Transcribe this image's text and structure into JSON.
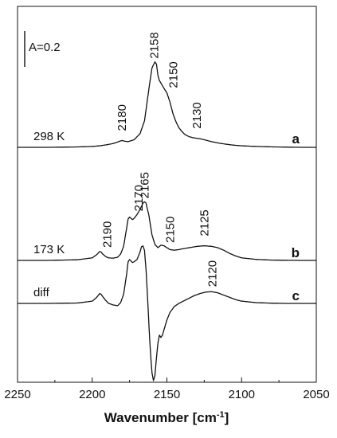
{
  "chart_data": {
    "type": "line",
    "xlabel": "Wavenumber [cm",
    "xlabel_sup": "-1",
    "xlabel_end": "]",
    "xlim": [
      2250,
      2050
    ],
    "x_ticks": [
      "2250",
      "2200",
      "2150",
      "2100",
      "2050"
    ],
    "scale_bar": "A=0.2",
    "series": [
      {
        "name": "a",
        "annotation": "298 K",
        "x": [
          2250,
          2230,
          2210,
          2200,
          2195,
          2190,
          2186,
          2183,
          2181,
          2180,
          2178,
          2176,
          2172,
          2168,
          2165,
          2162,
          2160,
          2158,
          2157,
          2156,
          2155,
          2154,
          2152,
          2150,
          2148,
          2146,
          2144,
          2142,
          2140,
          2138,
          2135,
          2132,
          2130,
          2127,
          2124,
          2120,
          2115,
          2110,
          2105,
          2100,
          2090,
          2080,
          2070,
          2060,
          2050
        ],
        "values": [
          0.0,
          0.0,
          0.005,
          0.012,
          0.02,
          0.035,
          0.05,
          0.07,
          0.085,
          0.09,
          0.08,
          0.075,
          0.1,
          0.18,
          0.35,
          0.78,
          1.05,
          1.13,
          1.1,
          0.95,
          0.88,
          0.85,
          0.78,
          0.72,
          0.6,
          0.45,
          0.34,
          0.26,
          0.21,
          0.17,
          0.14,
          0.125,
          0.12,
          0.11,
          0.095,
          0.075,
          0.055,
          0.04,
          0.028,
          0.02,
          0.012,
          0.006,
          0.003,
          0.0,
          0.0
        ],
        "peaks": [
          "2180",
          "2158",
          "2150",
          "2130"
        ]
      },
      {
        "name": "b",
        "annotation": "173 K",
        "x": [
          2250,
          2230,
          2210,
          2200,
          2197,
          2195,
          2194,
          2193,
          2191,
          2189,
          2186,
          2183,
          2181,
          2179,
          2177,
          2176,
          2175,
          2174,
          2173,
          2172,
          2170,
          2168,
          2166,
          2165,
          2164,
          2162,
          2160,
          2158,
          2156,
          2154,
          2152,
          2150,
          2148,
          2145,
          2142,
          2140,
          2135,
          2130,
          2125,
          2120,
          2116,
          2112,
          2108,
          2104,
          2100,
          2090,
          2080,
          2070,
          2060,
          2050
        ],
        "values": [
          0.0,
          0.0,
          0.01,
          0.04,
          0.09,
          0.14,
          0.13,
          0.1,
          0.06,
          0.04,
          0.035,
          0.05,
          0.1,
          0.22,
          0.5,
          0.65,
          0.68,
          0.66,
          0.64,
          0.66,
          0.72,
          0.8,
          0.9,
          0.92,
          0.9,
          0.7,
          0.4,
          0.25,
          0.2,
          0.24,
          0.23,
          0.2,
          0.17,
          0.16,
          0.17,
          0.18,
          0.2,
          0.22,
          0.23,
          0.22,
          0.2,
          0.16,
          0.11,
          0.07,
          0.04,
          0.015,
          0.005,
          0.002,
          0.0,
          0.0
        ],
        "peaks": [
          "2190",
          "2170",
          "2165",
          "2150",
          "2125"
        ]
      },
      {
        "name": "c",
        "annotation": "diff",
        "x": [
          2250,
          2230,
          2210,
          2200,
          2197,
          2195,
          2194,
          2193,
          2191,
          2189,
          2186,
          2183,
          2181,
          2179,
          2177,
          2176,
          2175,
          2174,
          2173,
          2172,
          2170,
          2168,
          2167,
          2166,
          2165,
          2164,
          2163,
          2162,
          2161,
          2160,
          2159,
          2158,
          2157,
          2156,
          2155,
          2154,
          2153,
          2152,
          2150,
          2148,
          2145,
          2142,
          2140,
          2136,
          2132,
          2128,
          2124,
          2120,
          2116,
          2112,
          2108,
          2104,
          2100,
          2090,
          2080,
          2070,
          2060,
          2050
        ],
        "values": [
          0.0,
          0.0,
          0.005,
          0.03,
          0.08,
          0.13,
          0.12,
          0.09,
          0.04,
          0.0,
          -0.02,
          -0.03,
          0.01,
          0.12,
          0.38,
          0.55,
          0.58,
          0.56,
          0.54,
          0.55,
          0.58,
          0.68,
          0.75,
          0.76,
          0.7,
          0.45,
          0.1,
          -0.3,
          -0.65,
          -0.92,
          -1.02,
          -0.95,
          -0.72,
          -0.52,
          -0.42,
          -0.45,
          -0.42,
          -0.35,
          -0.22,
          -0.12,
          -0.04,
          0.0,
          0.02,
          0.06,
          0.1,
          0.13,
          0.15,
          0.155,
          0.14,
          0.11,
          0.08,
          0.05,
          0.03,
          0.01,
          0.003,
          0.0,
          0.0,
          0.0
        ],
        "peaks": [
          "2120"
        ]
      }
    ]
  }
}
